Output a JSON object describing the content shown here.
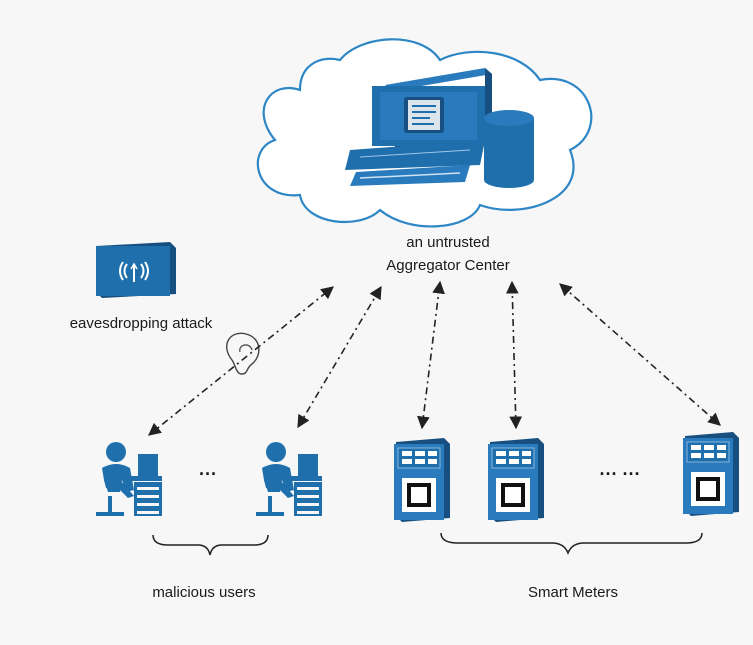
{
  "aggregator": {
    "line1": "an untrusted",
    "line2": "Aggregator Center"
  },
  "attack": {
    "label": "eavesdropping attack"
  },
  "groups": {
    "users_label": "malicious users",
    "meters_label": "Smart Meters"
  },
  "ellipsis": {
    "users": "···",
    "meters": "··· ···"
  },
  "colors": {
    "primary_blue": "#1f6fad",
    "dark_blue": "#174f80",
    "cloud_stroke": "#2d86c5",
    "arrow": "#222222"
  },
  "icons": {
    "server": "computer-with-database-icon",
    "attack": "radio-signal-icon",
    "eavesdrop": "ear-icon",
    "user": "user-at-desk-icon",
    "meter": "smart-meter-icon"
  }
}
